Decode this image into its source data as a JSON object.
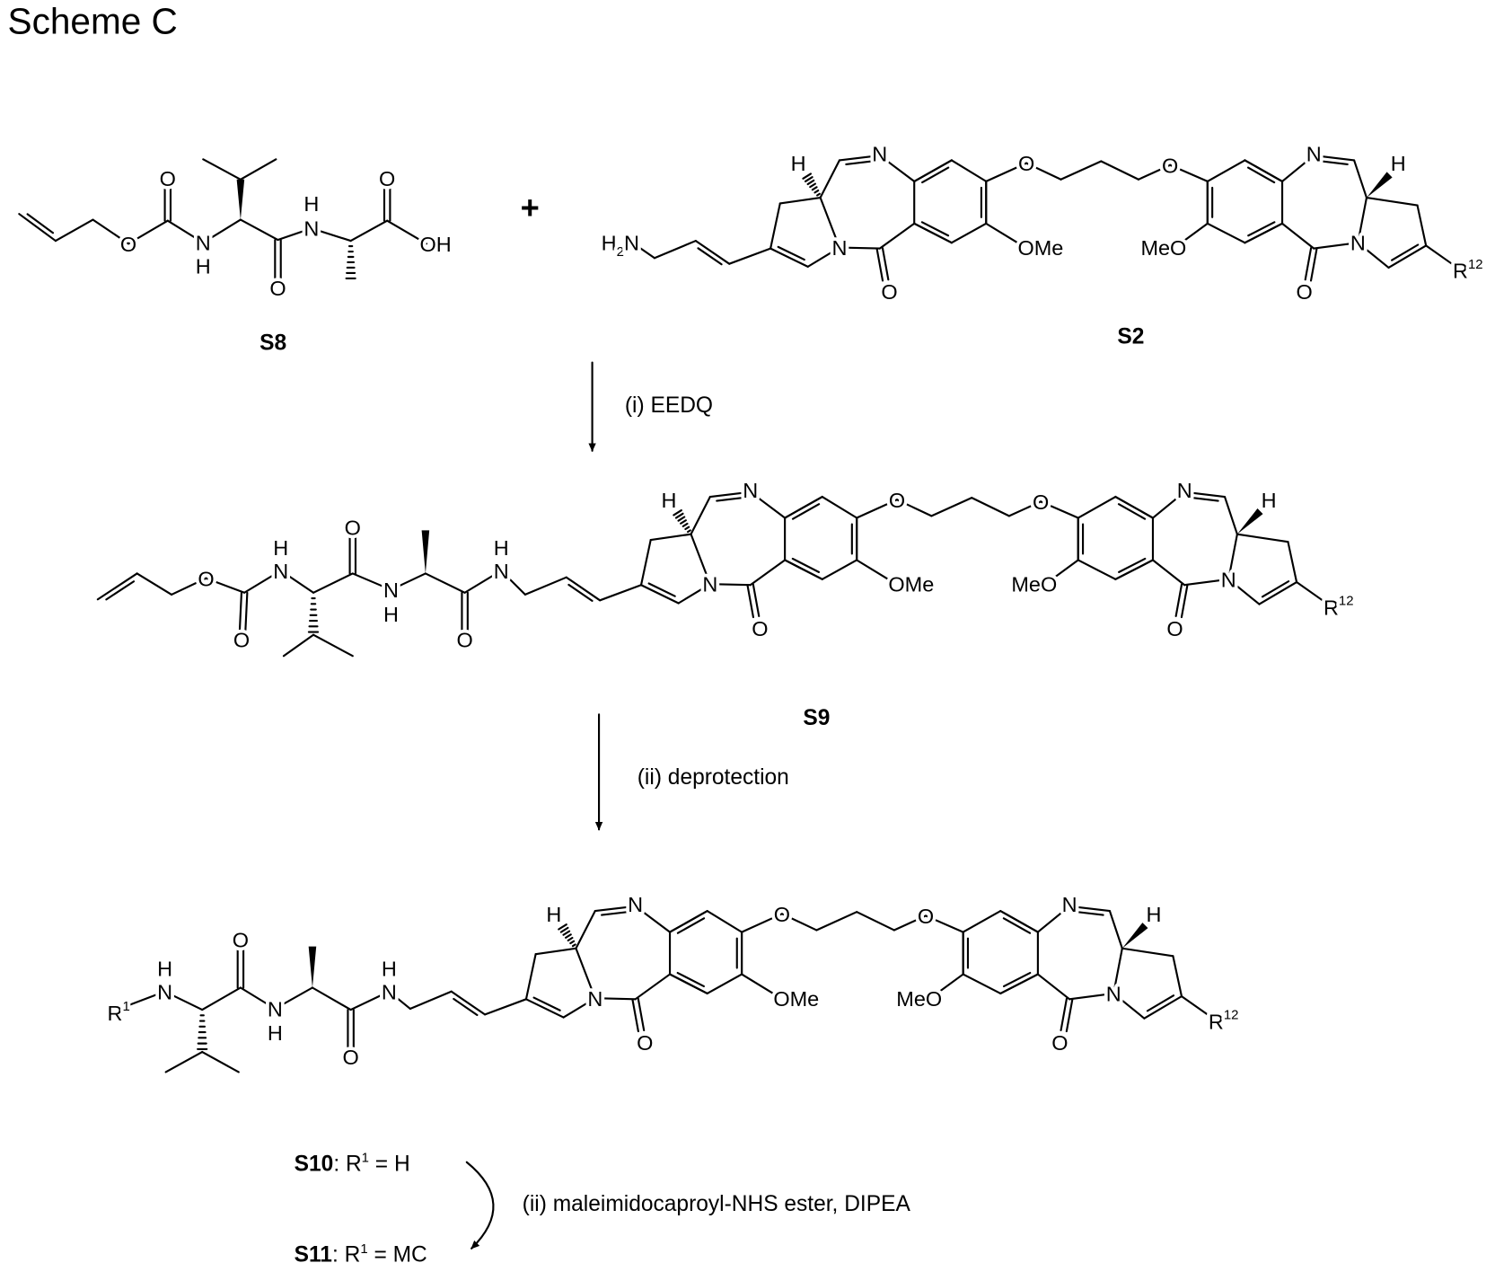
{
  "title": "Scheme C",
  "plus": "+",
  "atoms": {
    "O": "O",
    "N": "N",
    "H": "H",
    "OMe": "OMe",
    "MeO": "MeO",
    "OH": "OH",
    "R": "R",
    "sub2": "2",
    "sup12": "12",
    "sup1": "1"
  },
  "compounds": {
    "S8": "S8",
    "S2": "S2",
    "S9": "S9"
  },
  "steps": {
    "step1": "(i) EEDQ",
    "step2": "(ii) deprotection",
    "step3": "(ii) maleimidocaproyl-NHS ester, DIPEA"
  },
  "products": [
    {
      "label": "S10",
      "rest": ": R",
      "sup": "1",
      "value": " = H"
    },
    {
      "label": "S11",
      "rest": ": R",
      "sup": "1",
      "value": " = MC"
    }
  ]
}
